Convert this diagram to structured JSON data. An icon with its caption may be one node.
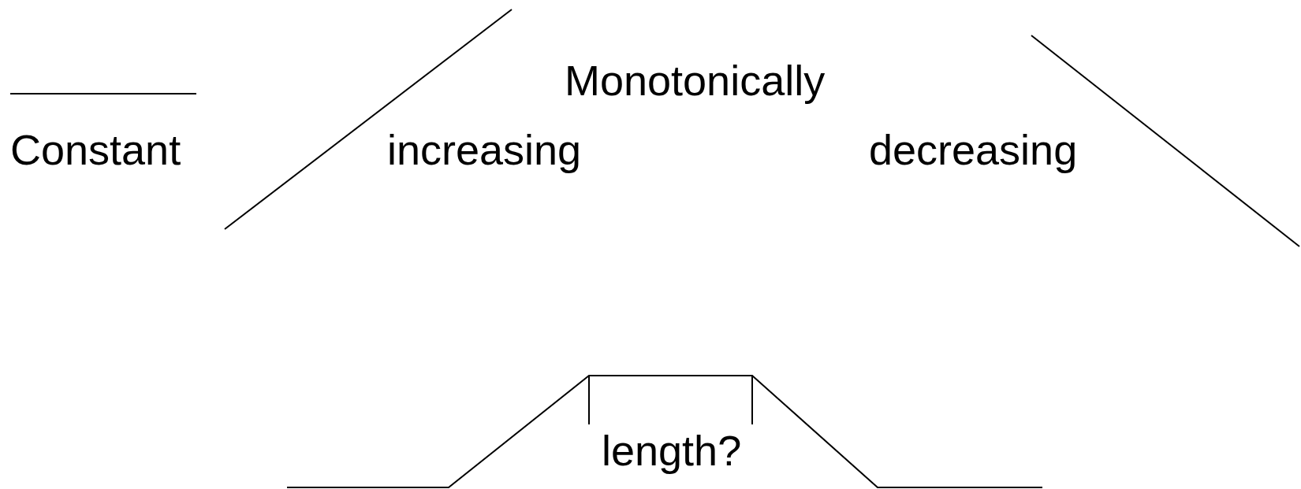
{
  "diagram": {
    "labels": [
      "Monotonically",
      "Constant",
      "increasing",
      "decreasing",
      "length?"
    ]
  }
}
